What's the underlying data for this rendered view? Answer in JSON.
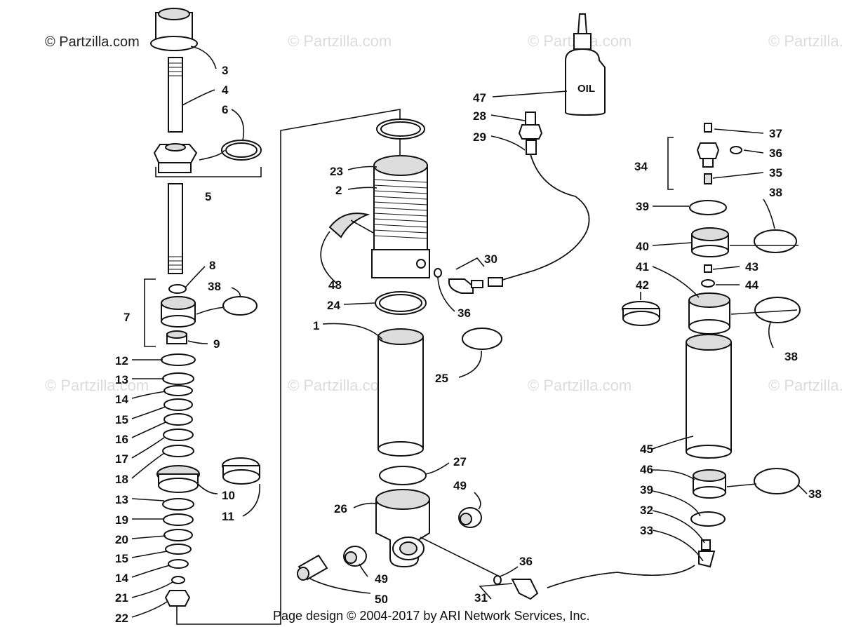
{
  "copyright": "© Partzilla.com",
  "watermark": "© Partzilla.com",
  "footer": "Page design © 2004-2017 by ARI Network Services, Inc.",
  "oil_label": "OIL",
  "labels": {
    "l1": "1",
    "l2": "2",
    "l3": "3",
    "l4": "4",
    "l5": "5",
    "l6": "6",
    "l7": "7",
    "l8": "8",
    "l9": "9",
    "l10": "10",
    "l11": "11",
    "l12": "12",
    "l13a": "13",
    "l13b": "13",
    "l14a": "14",
    "l14b": "14",
    "l15a": "15",
    "l15b": "15",
    "l16": "16",
    "l17": "17",
    "l18": "18",
    "l19": "19",
    "l20": "20",
    "l21": "21",
    "l22": "22",
    "l23": "23",
    "l24": "24",
    "l25": "25",
    "l26": "26",
    "l27": "27",
    "l28": "28",
    "l29": "29",
    "l30": "30",
    "l31": "31",
    "l32": "32",
    "l33": "33",
    "l34": "34",
    "l35": "35",
    "l36a": "36",
    "l36b": "36",
    "l36c": "36",
    "l37": "37",
    "l38a": "38",
    "l38b": "38",
    "l38c": "38",
    "l38d": "38",
    "l39a": "39",
    "l39b": "39",
    "l40": "40",
    "l41": "41",
    "l42": "42",
    "l43": "43",
    "l44": "44",
    "l45": "45",
    "l46": "46",
    "l47": "47",
    "l48": "48",
    "l49a": "49",
    "l49b": "49",
    "l50": "50"
  }
}
